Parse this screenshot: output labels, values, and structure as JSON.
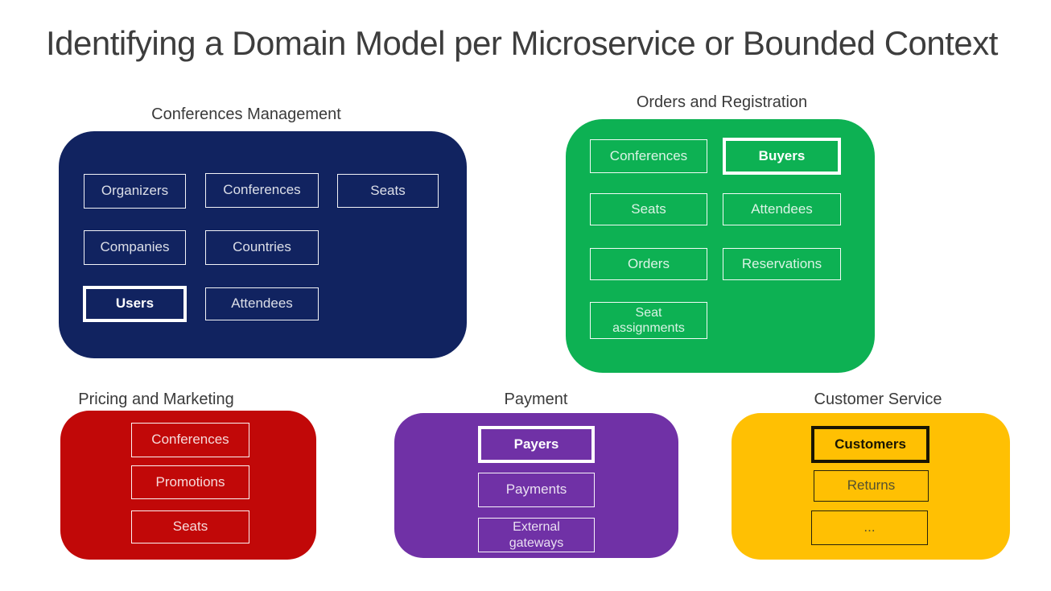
{
  "title": "Identifying a Domain Model per Microservice or Bounded Context",
  "colors": {
    "background": "#ffffff",
    "title_text": "#3d3d3d",
    "context_label_text": "#3a3a3a",
    "conferences_management": "#112360",
    "orders_and_registration": "#0db153",
    "pricing_and_marketing": "#c10808",
    "payment": "#7031a6",
    "customer_service": "#ffc003",
    "entity_border_light": "#ffffff",
    "entity_border_dark": "#26220c",
    "highlight_border_light": "#ffffff",
    "highlight_border_dark": "#191503"
  },
  "contexts": [
    {
      "label": "Conferences Management",
      "color": "#112360",
      "entities": [
        {
          "label": "Organizers",
          "highlighted": false
        },
        {
          "label": "Conferences",
          "highlighted": false
        },
        {
          "label": "Seats",
          "highlighted": false
        },
        {
          "label": "Companies",
          "highlighted": false
        },
        {
          "label": "Countries",
          "highlighted": false
        },
        {
          "label": "Users",
          "highlighted": true
        },
        {
          "label": "Attendees",
          "highlighted": false
        }
      ]
    },
    {
      "label": "Orders and Registration",
      "color": "#0db153",
      "entities": [
        {
          "label": "Conferences",
          "highlighted": false
        },
        {
          "label": "Buyers",
          "highlighted": true
        },
        {
          "label": "Seats",
          "highlighted": false
        },
        {
          "label": "Attendees",
          "highlighted": false
        },
        {
          "label": "Orders",
          "highlighted": false
        },
        {
          "label": "Reservations",
          "highlighted": false
        },
        {
          "label": "Seat\nassignments",
          "highlighted": false
        }
      ]
    },
    {
      "label": "Pricing and Marketing",
      "color": "#c10808",
      "entities": [
        {
          "label": "Conferences",
          "highlighted": false
        },
        {
          "label": "Promotions",
          "highlighted": false
        },
        {
          "label": "Seats",
          "highlighted": false
        }
      ]
    },
    {
      "label": "Payment",
      "color": "#7031a6",
      "entities": [
        {
          "label": "Payers",
          "highlighted": true
        },
        {
          "label": "Payments",
          "highlighted": false
        },
        {
          "label": "External\ngateways",
          "highlighted": false
        }
      ]
    },
    {
      "label": "Customer Service",
      "color": "#ffc003",
      "entities": [
        {
          "label": "Customers",
          "highlighted": true
        },
        {
          "label": "Returns",
          "highlighted": false
        },
        {
          "label": "...",
          "highlighted": false
        }
      ]
    }
  ]
}
